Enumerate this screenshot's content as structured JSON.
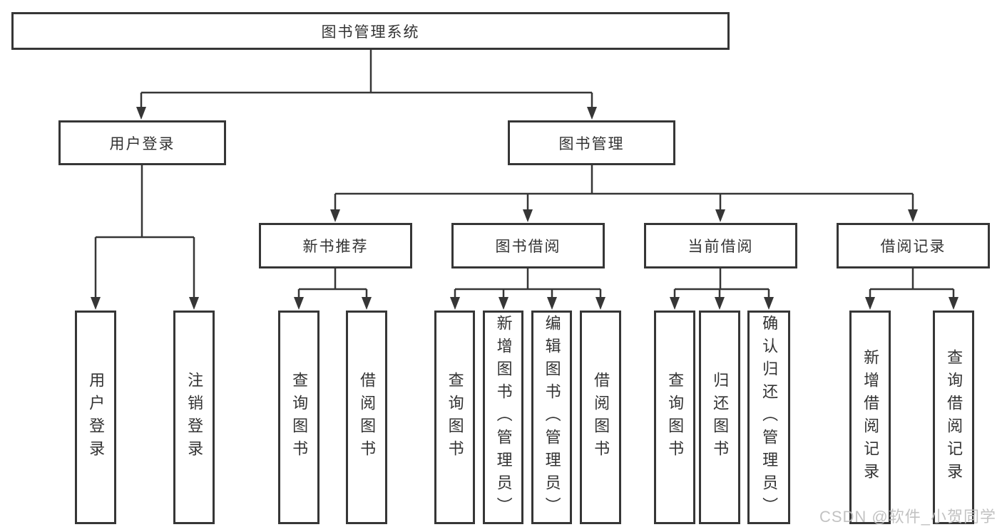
{
  "root": {
    "label": "图书管理系统"
  },
  "login": {
    "label": "用户登录",
    "leaves": [
      {
        "label": "用户登录"
      },
      {
        "label": "注销登录"
      }
    ]
  },
  "management": {
    "label": "图书管理",
    "sections": [
      {
        "label": "新书推荐",
        "leaves": [
          {
            "label": "查询图书"
          },
          {
            "label": "借阅图书"
          }
        ]
      },
      {
        "label": "图书借阅",
        "leaves": [
          {
            "label": "查询图书"
          },
          {
            "label": "新增图书（管理员）"
          },
          {
            "label": "编辑图书（管理员）"
          },
          {
            "label": "借阅图书"
          }
        ]
      },
      {
        "label": "当前借阅",
        "leaves": [
          {
            "label": "查询图书"
          },
          {
            "label": "归还图书"
          },
          {
            "label": "确认归还（管理员）"
          }
        ]
      },
      {
        "label": "借阅记录",
        "leaves": [
          {
            "label": "新增借阅记录"
          },
          {
            "label": "查询借阅记录"
          }
        ]
      }
    ]
  },
  "watermark": {
    "text": "CSDN @软件_小贺同学",
    "color": "#bdbdbd"
  },
  "colors": {
    "line": "#363636",
    "text": "#333333",
    "background": "#ffffff"
  }
}
